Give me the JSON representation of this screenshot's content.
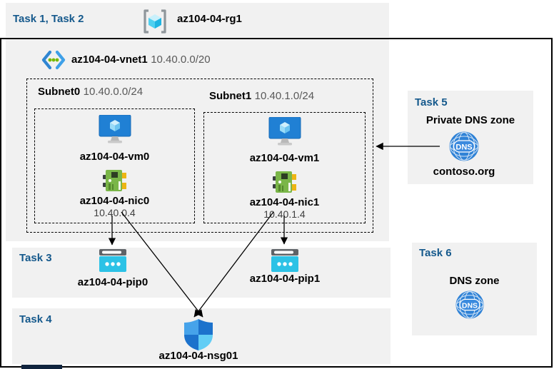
{
  "header": {
    "tasks": "Task 1, Task 2",
    "rg": "az104-04-rg1"
  },
  "vnet": {
    "name": "az104-04-vnet1",
    "cidr": "10.40.0.0/20"
  },
  "subnet0": {
    "name": "Subnet0",
    "cidr": "10.40.0.0/24",
    "vm": "az104-04-vm0",
    "nic": "az104-04-nic0",
    "ip": "10.40.0.4"
  },
  "subnet1": {
    "name": "Subnet1",
    "cidr": "10.40.1.0/24",
    "vm": "az104-04-vm1",
    "nic": "az104-04-nic1",
    "ip": "10.40.1.4"
  },
  "task3": {
    "label": "Task 3",
    "pip0": "az104-04-pip0",
    "pip1": "az104-04-pip1"
  },
  "task4": {
    "label": "Task 4",
    "nsg": "az104-04-nsg01"
  },
  "task5": {
    "label": "Task 5",
    "title": "Private DNS zone",
    "dns": "DNS",
    "zone": "contoso.org"
  },
  "task6": {
    "label": "Task 6",
    "title": "DNS zone",
    "dns": "DNS"
  },
  "colors": {
    "task_label": "#15598c",
    "band_gray": "#f1f1f1",
    "dns_blue": "#2f82d6",
    "pip_cyan": "#2cc2e6",
    "nic_green": "#7ab648",
    "vm_blue": "#2080d4",
    "arrow": "#000000"
  }
}
